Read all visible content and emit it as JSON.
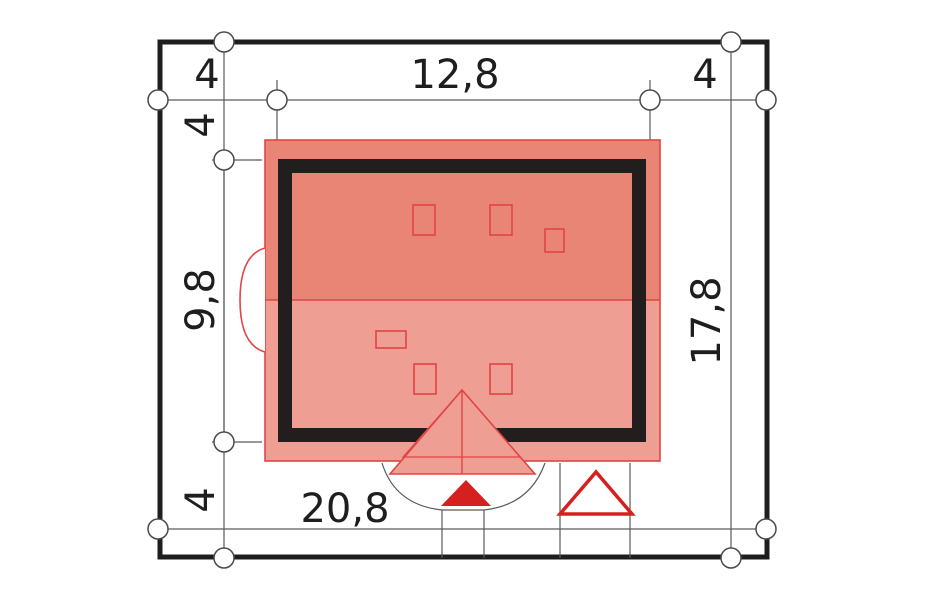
{
  "dimensions": {
    "top_left": "4",
    "top_middle": "12,8",
    "top_right": "4",
    "left_top": "4",
    "left_middle": "9,8",
    "left_bottom": "4",
    "right_total": "17,8",
    "bottom_total": "20,8"
  },
  "colors": {
    "background": "#ffffff",
    "frame": "#1e1e1e",
    "roof_upper": "#e88574",
    "roof_lower": "#ee9e93",
    "roof_outline": "#e14545",
    "wall": "#221e1e",
    "dimension_line": "#5a5a5a",
    "entrance_marker": "#d62020"
  },
  "icons": {
    "entrance": "filled-triangle-entrance-icon",
    "driveway": "outline-triangle-driveway-icon"
  }
}
